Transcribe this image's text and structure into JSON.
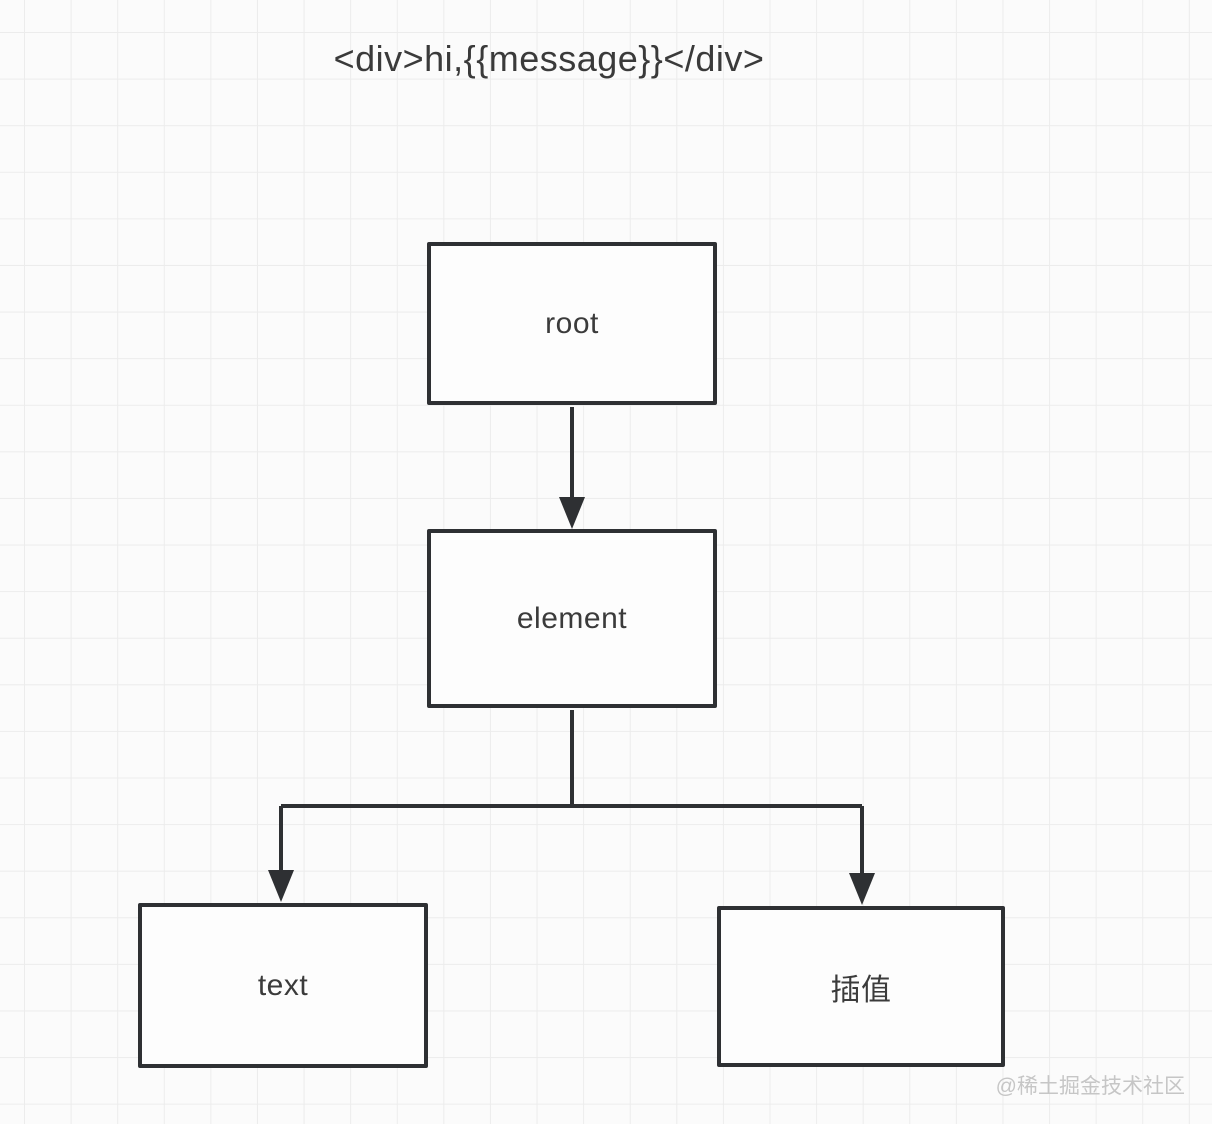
{
  "title": "<div>hi,{{message}}</div>",
  "diagram": {
    "nodes": [
      {
        "id": "root",
        "label": "root"
      },
      {
        "id": "element",
        "label": "element"
      },
      {
        "id": "text",
        "label": "text"
      },
      {
        "id": "interpolation",
        "label": "插值"
      }
    ],
    "edges": [
      {
        "from": "root",
        "to": "element"
      },
      {
        "from": "element",
        "to": "text"
      },
      {
        "from": "element",
        "to": "interpolation"
      }
    ]
  },
  "watermark": "@稀土掘金技术社区",
  "colors": {
    "background": "#fbfbfb",
    "grid_line": "#ececec",
    "stroke": "#2e3033",
    "node_fill": "#fdfdfd",
    "node_text": "#3b3b3b",
    "title_text": "#3a3a3a",
    "watermark": "#c6c6c6"
  }
}
